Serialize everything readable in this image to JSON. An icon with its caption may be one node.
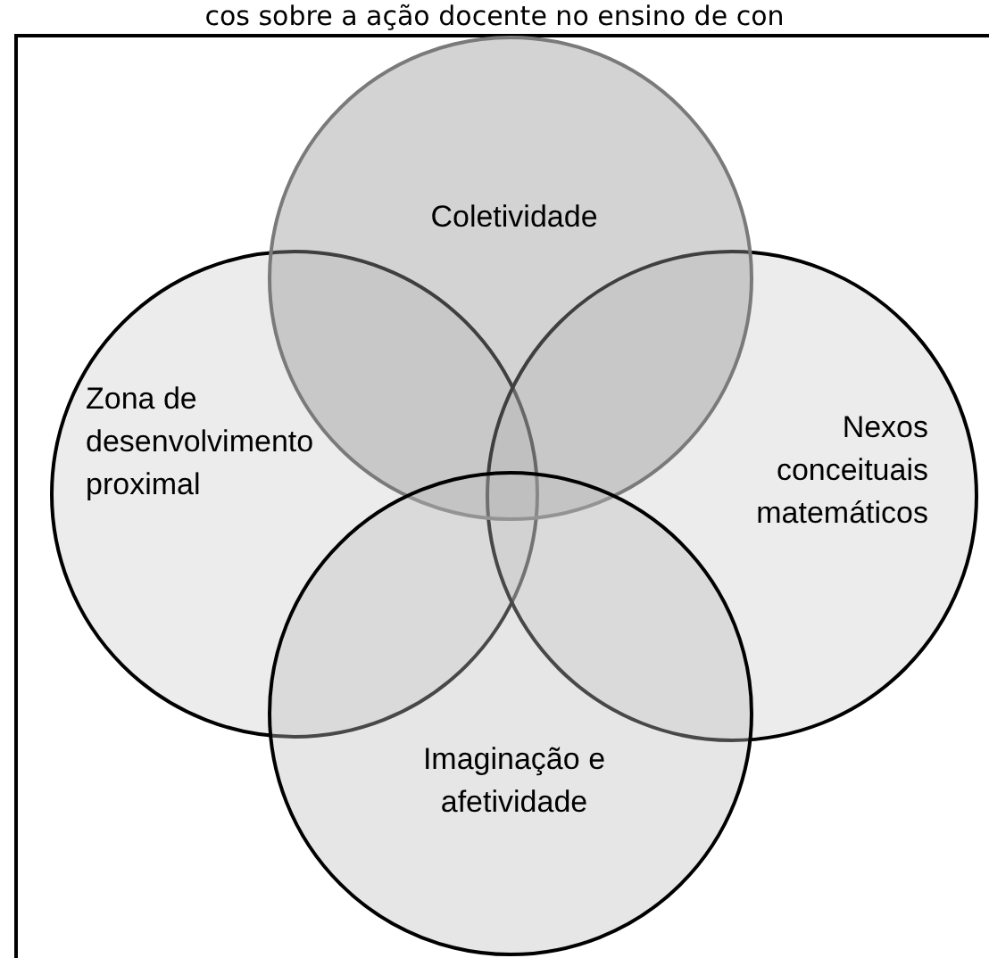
{
  "diagram": {
    "title": "cos sobre a ação docente no ensino de con",
    "nodes": [
      {
        "text": [
          "Coletividade"
        ]
      },
      {
        "text": [
          "Zona de desenvolvimento proximal"
        ]
      },
      {
        "text": [
          "Nexos conceituais matemáticos"
        ]
      },
      {
        "text": [
          "Imaginação e afetividade"
        ]
      }
    ]
  }
}
